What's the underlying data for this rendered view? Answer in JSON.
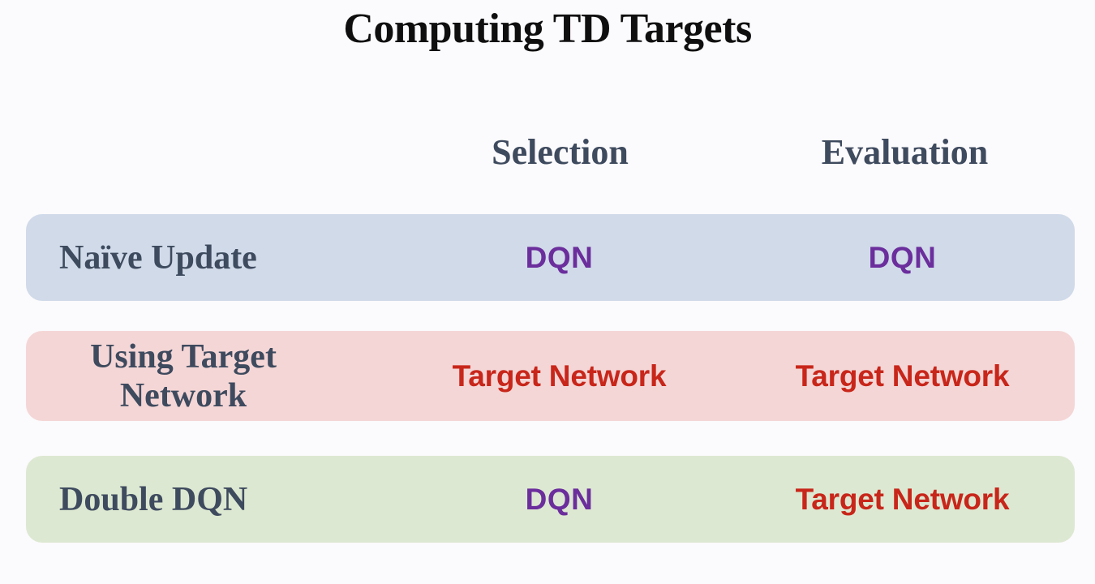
{
  "slide": {
    "title": "Computing TD Targets",
    "background_color": "#fbfafc"
  },
  "table": {
    "columns": [
      {
        "label": "Selection"
      },
      {
        "label": "Evaluation"
      }
    ],
    "header_color": "#3e4a5e",
    "rows": [
      {
        "label": "Naïve Update",
        "background_color": "#d0dae9",
        "selection": "DQN",
        "selection_color": "#6b2e9c",
        "evaluation": "DQN",
        "evaluation_color": "#6b2e9c"
      },
      {
        "label_line1": "Using Target",
        "label_line2": "Network",
        "label": "Using Target Network",
        "background_color": "#f4d6d6",
        "selection": "Target Network",
        "selection_color": "#c8261a",
        "evaluation": "Target Network",
        "evaluation_color": "#c8261a"
      },
      {
        "label": "Double DQN",
        "background_color": "#dde8d2",
        "selection": "DQN",
        "selection_color": "#6b2e9c",
        "evaluation": "Target Network",
        "evaluation_color": "#c8261a"
      }
    ]
  }
}
